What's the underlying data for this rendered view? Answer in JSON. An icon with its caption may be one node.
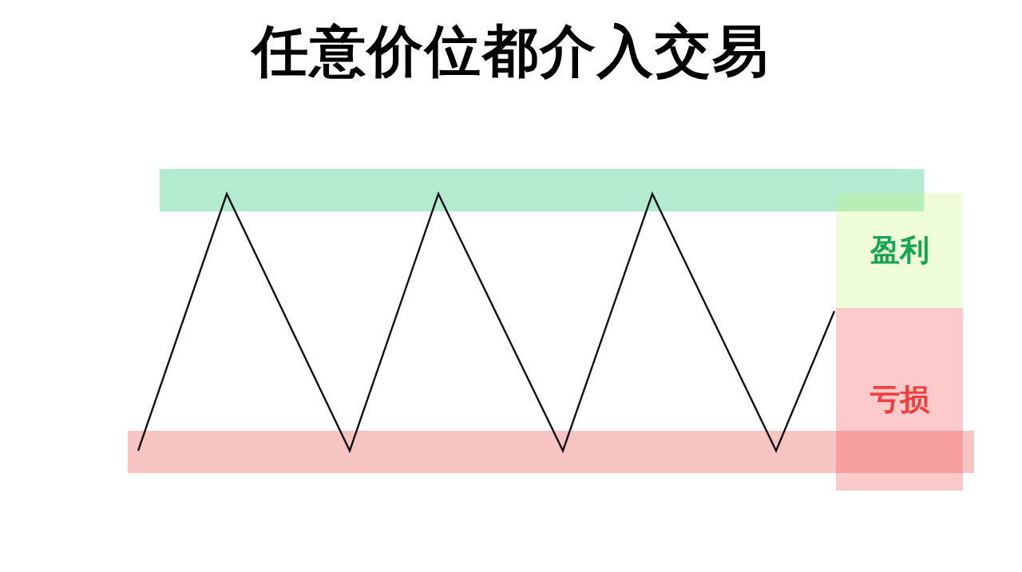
{
  "diagram": {
    "title": "任意价位都介入交易",
    "nodes": [
      {
        "text": [
          "盈利"
        ]
      },
      {
        "text": [
          "亏损"
        ]
      }
    ]
  }
}
